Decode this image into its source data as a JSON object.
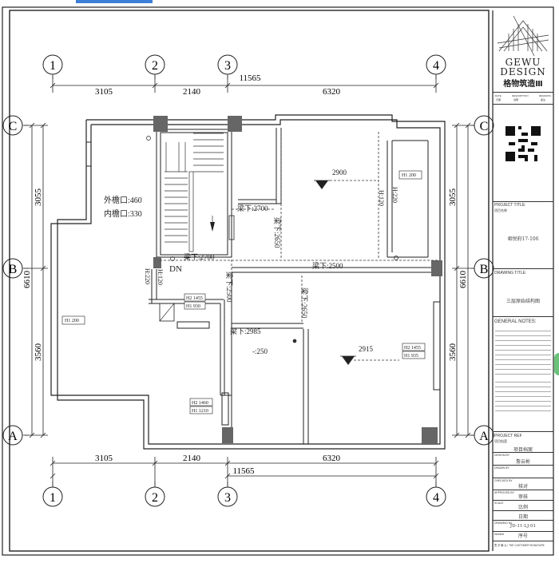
{
  "plan": {
    "grid_top": [
      "1",
      "2",
      "3",
      "4"
    ],
    "grid_bottom": [
      "1",
      "2",
      "3",
      "4"
    ],
    "grid_left": [
      "C",
      "B",
      "A"
    ],
    "grid_right": [
      "C",
      "B",
      "A"
    ],
    "dims_top": [
      "3105",
      "2140",
      "11565",
      "6320"
    ],
    "dims_bottom": [
      "3105",
      "2140",
      "11565",
      "6320"
    ],
    "dims_left": [
      "3055",
      "6610",
      "3560"
    ],
    "dims_right": [
      "3055",
      "6610",
      "3560"
    ],
    "labels": {
      "eave_outer": "外檐口:460",
      "eave_inner": "内檐口:330",
      "dn": "DN",
      "beam_2700a": "梁下:2700",
      "beam_2700b": "梁下:2700",
      "beam_2650a": "梁下:2650",
      "beam_2650b": "梁下:2650",
      "beam_2500a": "梁下:2500",
      "beam_2500b": "梁下:2500",
      "beam_2985": "梁下:2985",
      "level_2900": "2900",
      "level_2915": "2915",
      "level_minus250": "-:250",
      "h120_right": "H:120",
      "h220_right": "H:220",
      "h120_left": "H:120",
      "h220_left": "H:220",
      "win_h1455_a": "H2 1455",
      "win_h930": "H1 930",
      "win_h200_left": "H1 200",
      "win_h200_right": "H1 200",
      "win_h1460": "H2 1460",
      "win_h1210": "H1 1210",
      "win_h1455_b": "H2 1455",
      "win_h935": "H1 935"
    }
  },
  "title_block": {
    "brand_line1": "GEWU",
    "brand_line2": "DESIGN",
    "brand_cn": "格物筑造Ⅲ",
    "rev_cols": [
      "DATE",
      "DESCRIPTION",
      "REMARKS"
    ],
    "rev_cols_cn": [
      "日期",
      "说明",
      "备注"
    ],
    "project_title_label": "PROJECT TITLE:",
    "project_title_sub": "项目名称",
    "project_title": "君悦府17-106",
    "drawing_title_label": "DRAWING TITLE:",
    "drawing_title": "三层原始结构图",
    "general_notes_label": "GENERAL NOTES:",
    "project_ref_label": "PROJECT REF",
    "project_ref_sub": "项目档案",
    "project_ref": "项目档案",
    "designer_label": "DESIGN BY",
    "designer": "詹云彬",
    "drawn_label": "DRAWN BY",
    "checked_label": "CHECKED BY",
    "checked": "核对",
    "approved_label": "APPROVED BY",
    "approved": "审核",
    "scale_label": "SCALE",
    "scale": "比例",
    "date_val": "日期",
    "drawing_no_label": "DRAWING No.",
    "drawing_no": "JD-11-LJ-01",
    "number_label": "Number",
    "number_val": "序号",
    "signature_label": "签 字 确 认 / THE CUSTOMER SIGNATURE"
  }
}
